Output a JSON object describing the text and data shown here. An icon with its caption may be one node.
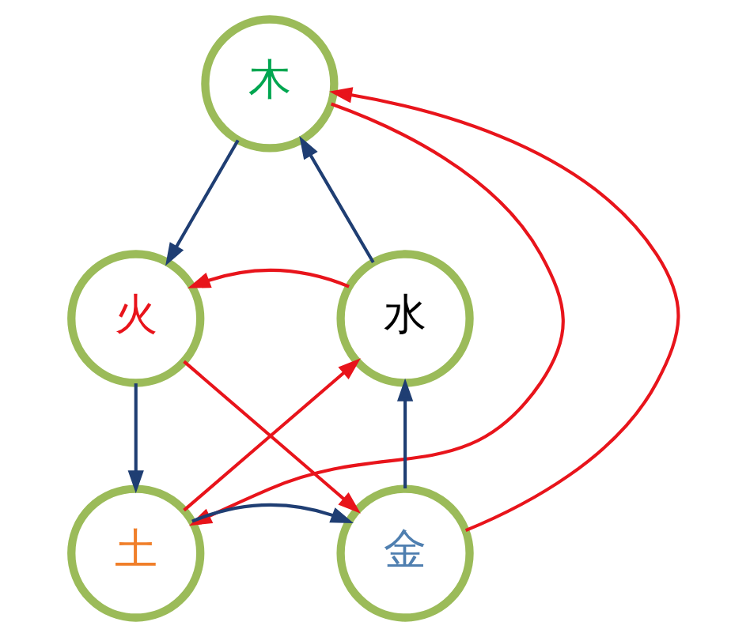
{
  "diagram": {
    "nodes": [
      {
        "text": [
          "木"
        ]
      },
      {
        "text": [
          "火"
        ]
      },
      {
        "text": [
          "水"
        ]
      },
      {
        "text": [
          "土"
        ]
      },
      {
        "text": [
          "金"
        ]
      }
    ],
    "edges": [
      {
        "from": 0,
        "to": 1,
        "arrow": "to"
      },
      {
        "from": 1,
        "to": 3,
        "arrow": "to"
      },
      {
        "from": 3,
        "to": 4,
        "arrow": "to"
      },
      {
        "from": 4,
        "to": 2,
        "arrow": "to"
      },
      {
        "from": 2,
        "to": 0,
        "arrow": "to"
      },
      {
        "from": 2,
        "to": 1,
        "arrow": "to",
        "color": "#e8141b"
      },
      {
        "from": 3,
        "to": 2,
        "arrow": "to",
        "color": "#e8141b"
      },
      {
        "from": 0,
        "to": 3,
        "arrow": "to",
        "color": "#e8141b"
      },
      {
        "from": 4,
        "to": 0,
        "arrow": "to",
        "color": "#e8141b"
      },
      {
        "from": 1,
        "to": 4,
        "arrow": "to",
        "color": "#e8141b"
      }
    ]
  }
}
